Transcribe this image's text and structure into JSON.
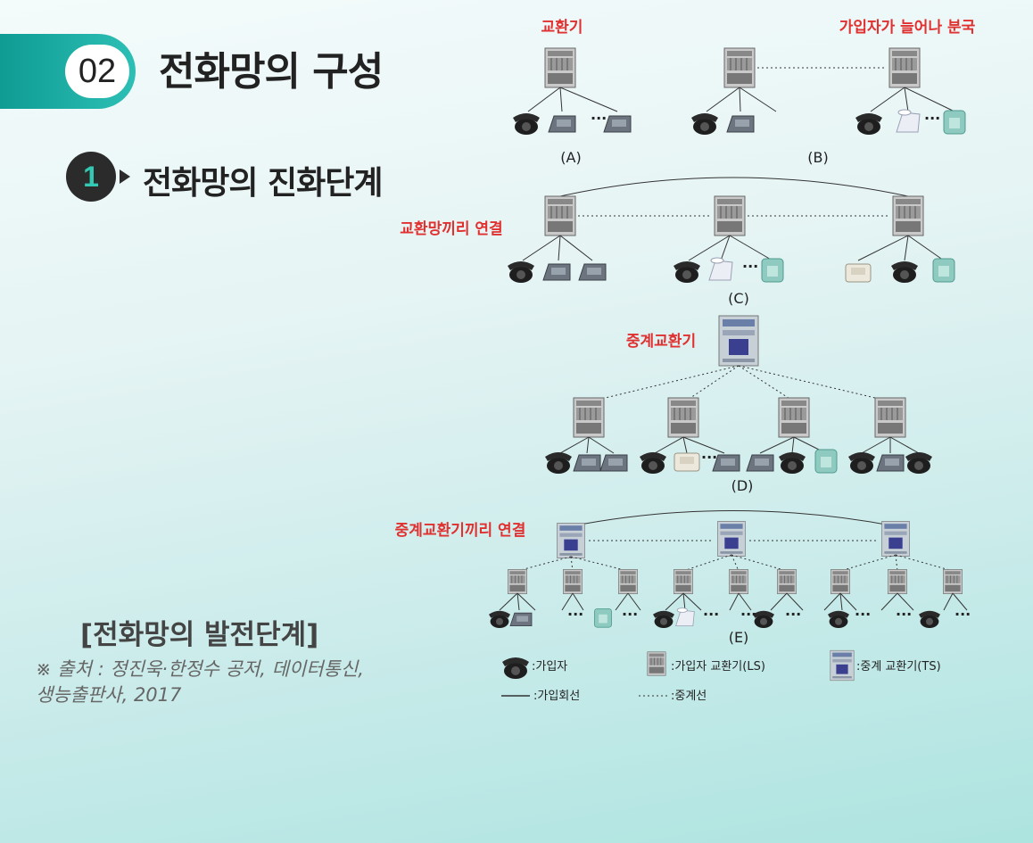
{
  "header": {
    "number": "02",
    "title": "전화망의 구성"
  },
  "section": {
    "number": "1",
    "title": "전화망의 진화단계"
  },
  "caption": "[전화망의 발전단계]",
  "source_line1": "※ 출처 : 정진욱·한정수 공저, 데이터통신,",
  "source_line2": "생능출판사, 2017",
  "diagram": {
    "label_exchange": "교환기",
    "label_branch": "가입자가 늘어나 분국",
    "label_a": "(A)",
    "label_b": "(B)",
    "label_link": "교환망끼리 연결",
    "label_c": "(C)",
    "label_tandem": "중계교환기",
    "label_d": "(D)",
    "label_tandem_link": "중계교환기끼리 연결",
    "label_e": "(E)",
    "ellipsis": "···",
    "legend": {
      "subscriber": ":가입자",
      "local_exchange": ":가입자 교환기(LS)",
      "tandem_exchange": ":중계 교환기(TS)",
      "subscriber_line": ":가입회선",
      "trunk_line": ":중계선"
    }
  },
  "colors": {
    "accent": "#1aa89e",
    "label_red": "#e03030"
  }
}
